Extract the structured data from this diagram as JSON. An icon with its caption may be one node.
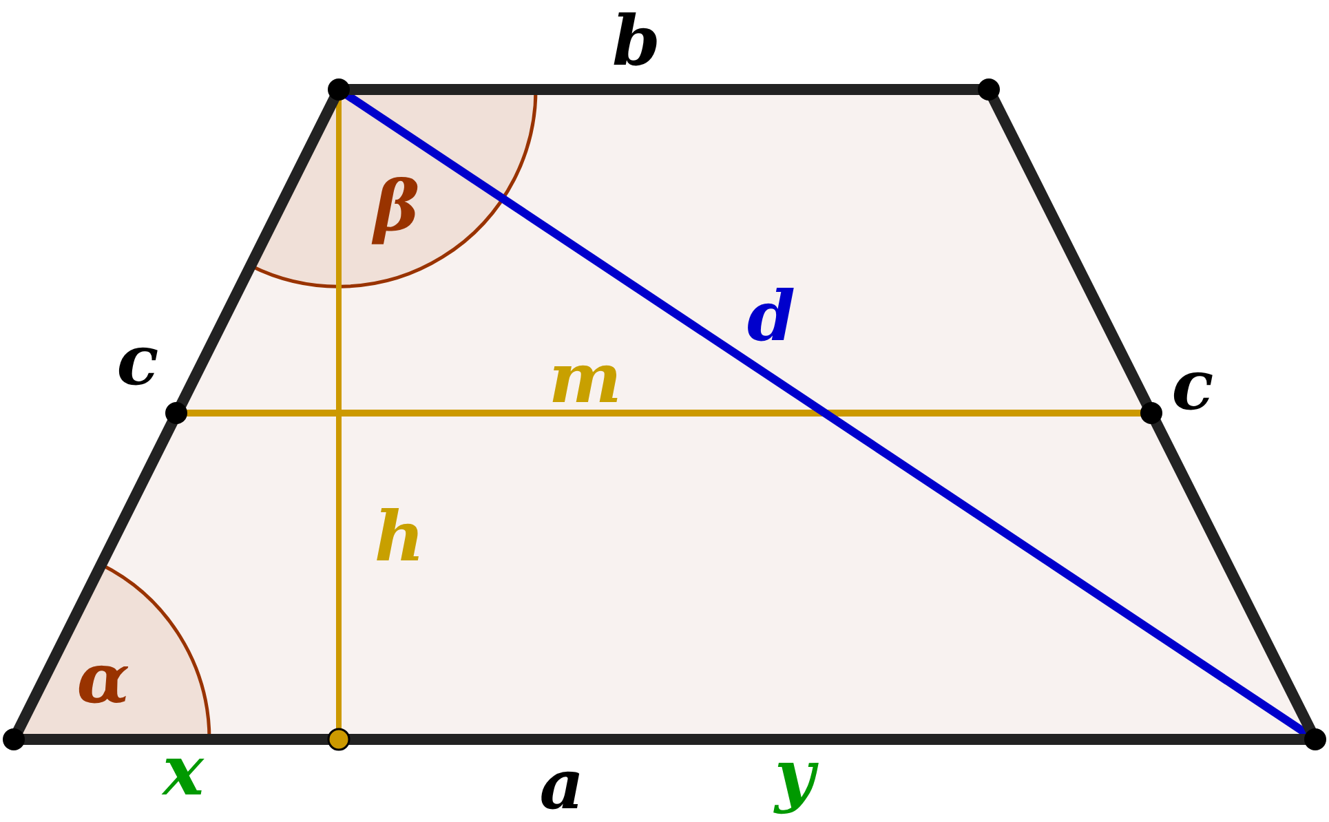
{
  "diagram": {
    "labels": [
      "b",
      "β",
      "c",
      "d",
      "m",
      "c",
      "h",
      "α",
      "x",
      "a",
      "y"
    ]
  }
}
